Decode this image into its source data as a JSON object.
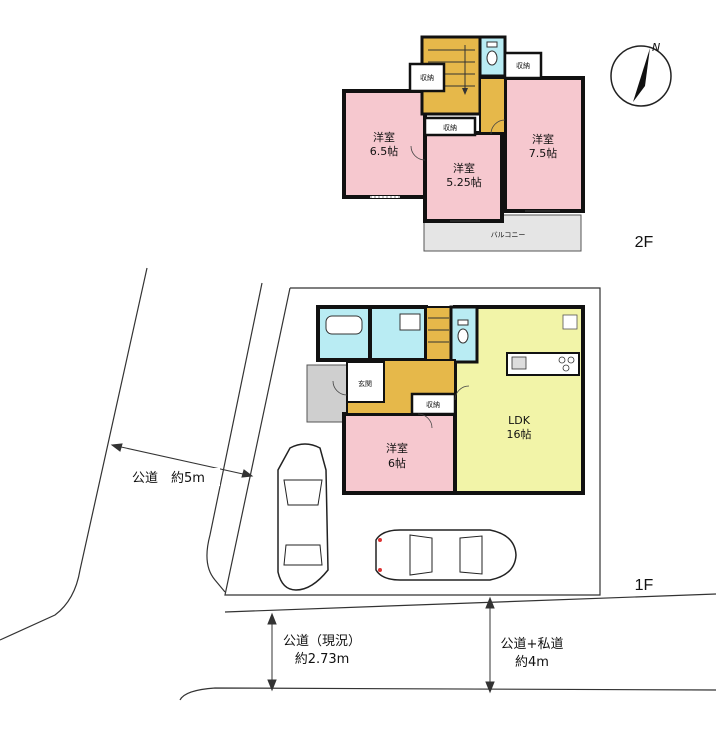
{
  "colors": {
    "pink": "#f6c8cf",
    "yellow_green": "#f2f4a8",
    "stair_yellow": "#e6b84a",
    "water_blue": "#b9ecf3",
    "wall": "#111111",
    "balcony_gray": "#e5e5e5",
    "entrance_gray": "#cfcfcf"
  },
  "floor2": {
    "label": "2F",
    "rooms": {
      "west": {
        "name": "洋室",
        "size": "6.5帖"
      },
      "center": {
        "name": "洋室",
        "size": "5.25帖"
      },
      "east": {
        "name": "洋室",
        "size": "7.5帖"
      }
    },
    "storage": [
      "収納",
      "収納",
      "収納"
    ],
    "balcony": "バルコニー"
  },
  "floor1": {
    "label": "1F",
    "ldk": {
      "name": "LDK",
      "size": "16帖"
    },
    "room": {
      "name": "洋室",
      "size": "6帖"
    },
    "entrance": "玄関",
    "storage": "収納"
  },
  "roads": {
    "west": {
      "line1": "公道　約5m"
    },
    "south_current": {
      "line1": "公道（現況）",
      "line2": "約2.73m"
    },
    "south_private": {
      "line1": "公道+私道",
      "line2": "約4m"
    }
  },
  "compass": {
    "north_label": "N"
  }
}
